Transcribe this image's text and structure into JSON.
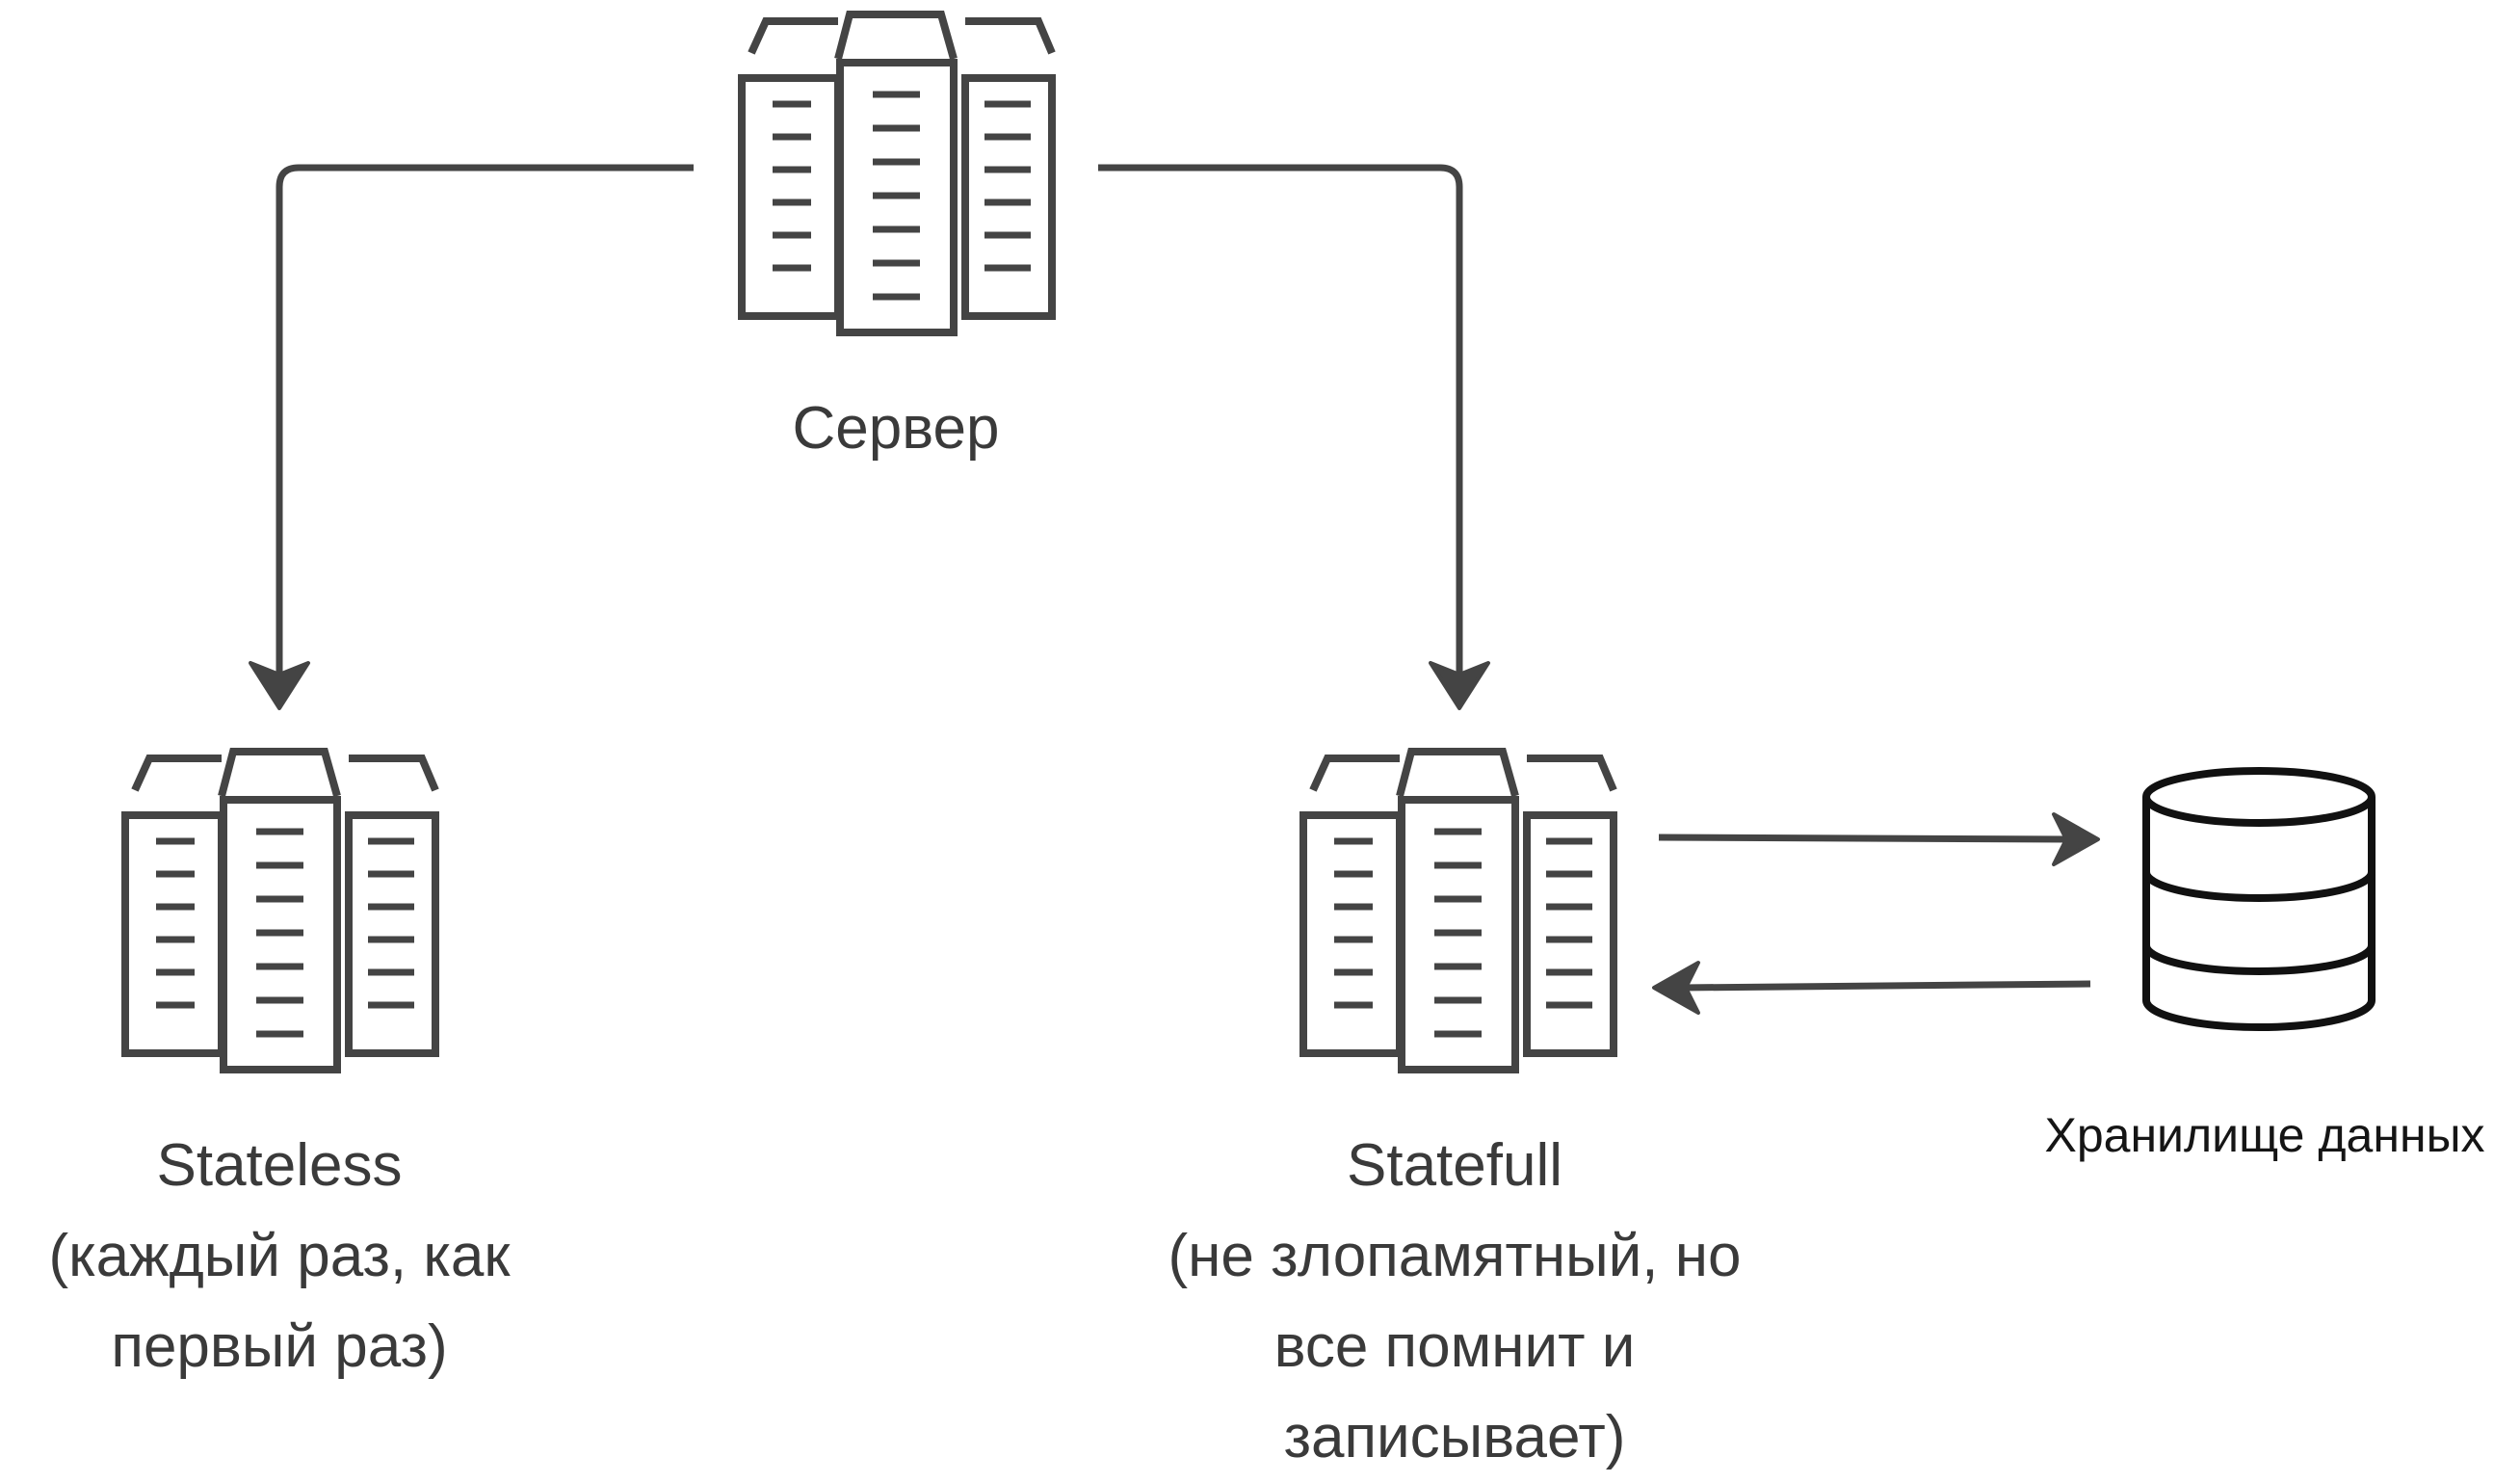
{
  "nodes": {
    "server": {
      "label": "Сервер"
    },
    "stateless": {
      "title": "Stateless",
      "line1": "(каждый раз, как",
      "line2": "первый раз)"
    },
    "statefull": {
      "title": "Statefull",
      "line1": "(не злопамятный, но",
      "line2": "все помнит и",
      "line3": "записывает)"
    },
    "storage": {
      "label": "Хранилище данных"
    }
  },
  "edges": [
    {
      "from": "server",
      "to": "stateless"
    },
    {
      "from": "server",
      "to": "statefull"
    },
    {
      "from": "statefull",
      "to": "storage"
    },
    {
      "from": "storage",
      "to": "statefull"
    }
  ],
  "colors": {
    "stroke": "#444444",
    "text": "#3a3a3a",
    "storage_stroke": "#111111"
  },
  "icons": {
    "server": "server-rack-icon",
    "storage": "database-icon"
  }
}
